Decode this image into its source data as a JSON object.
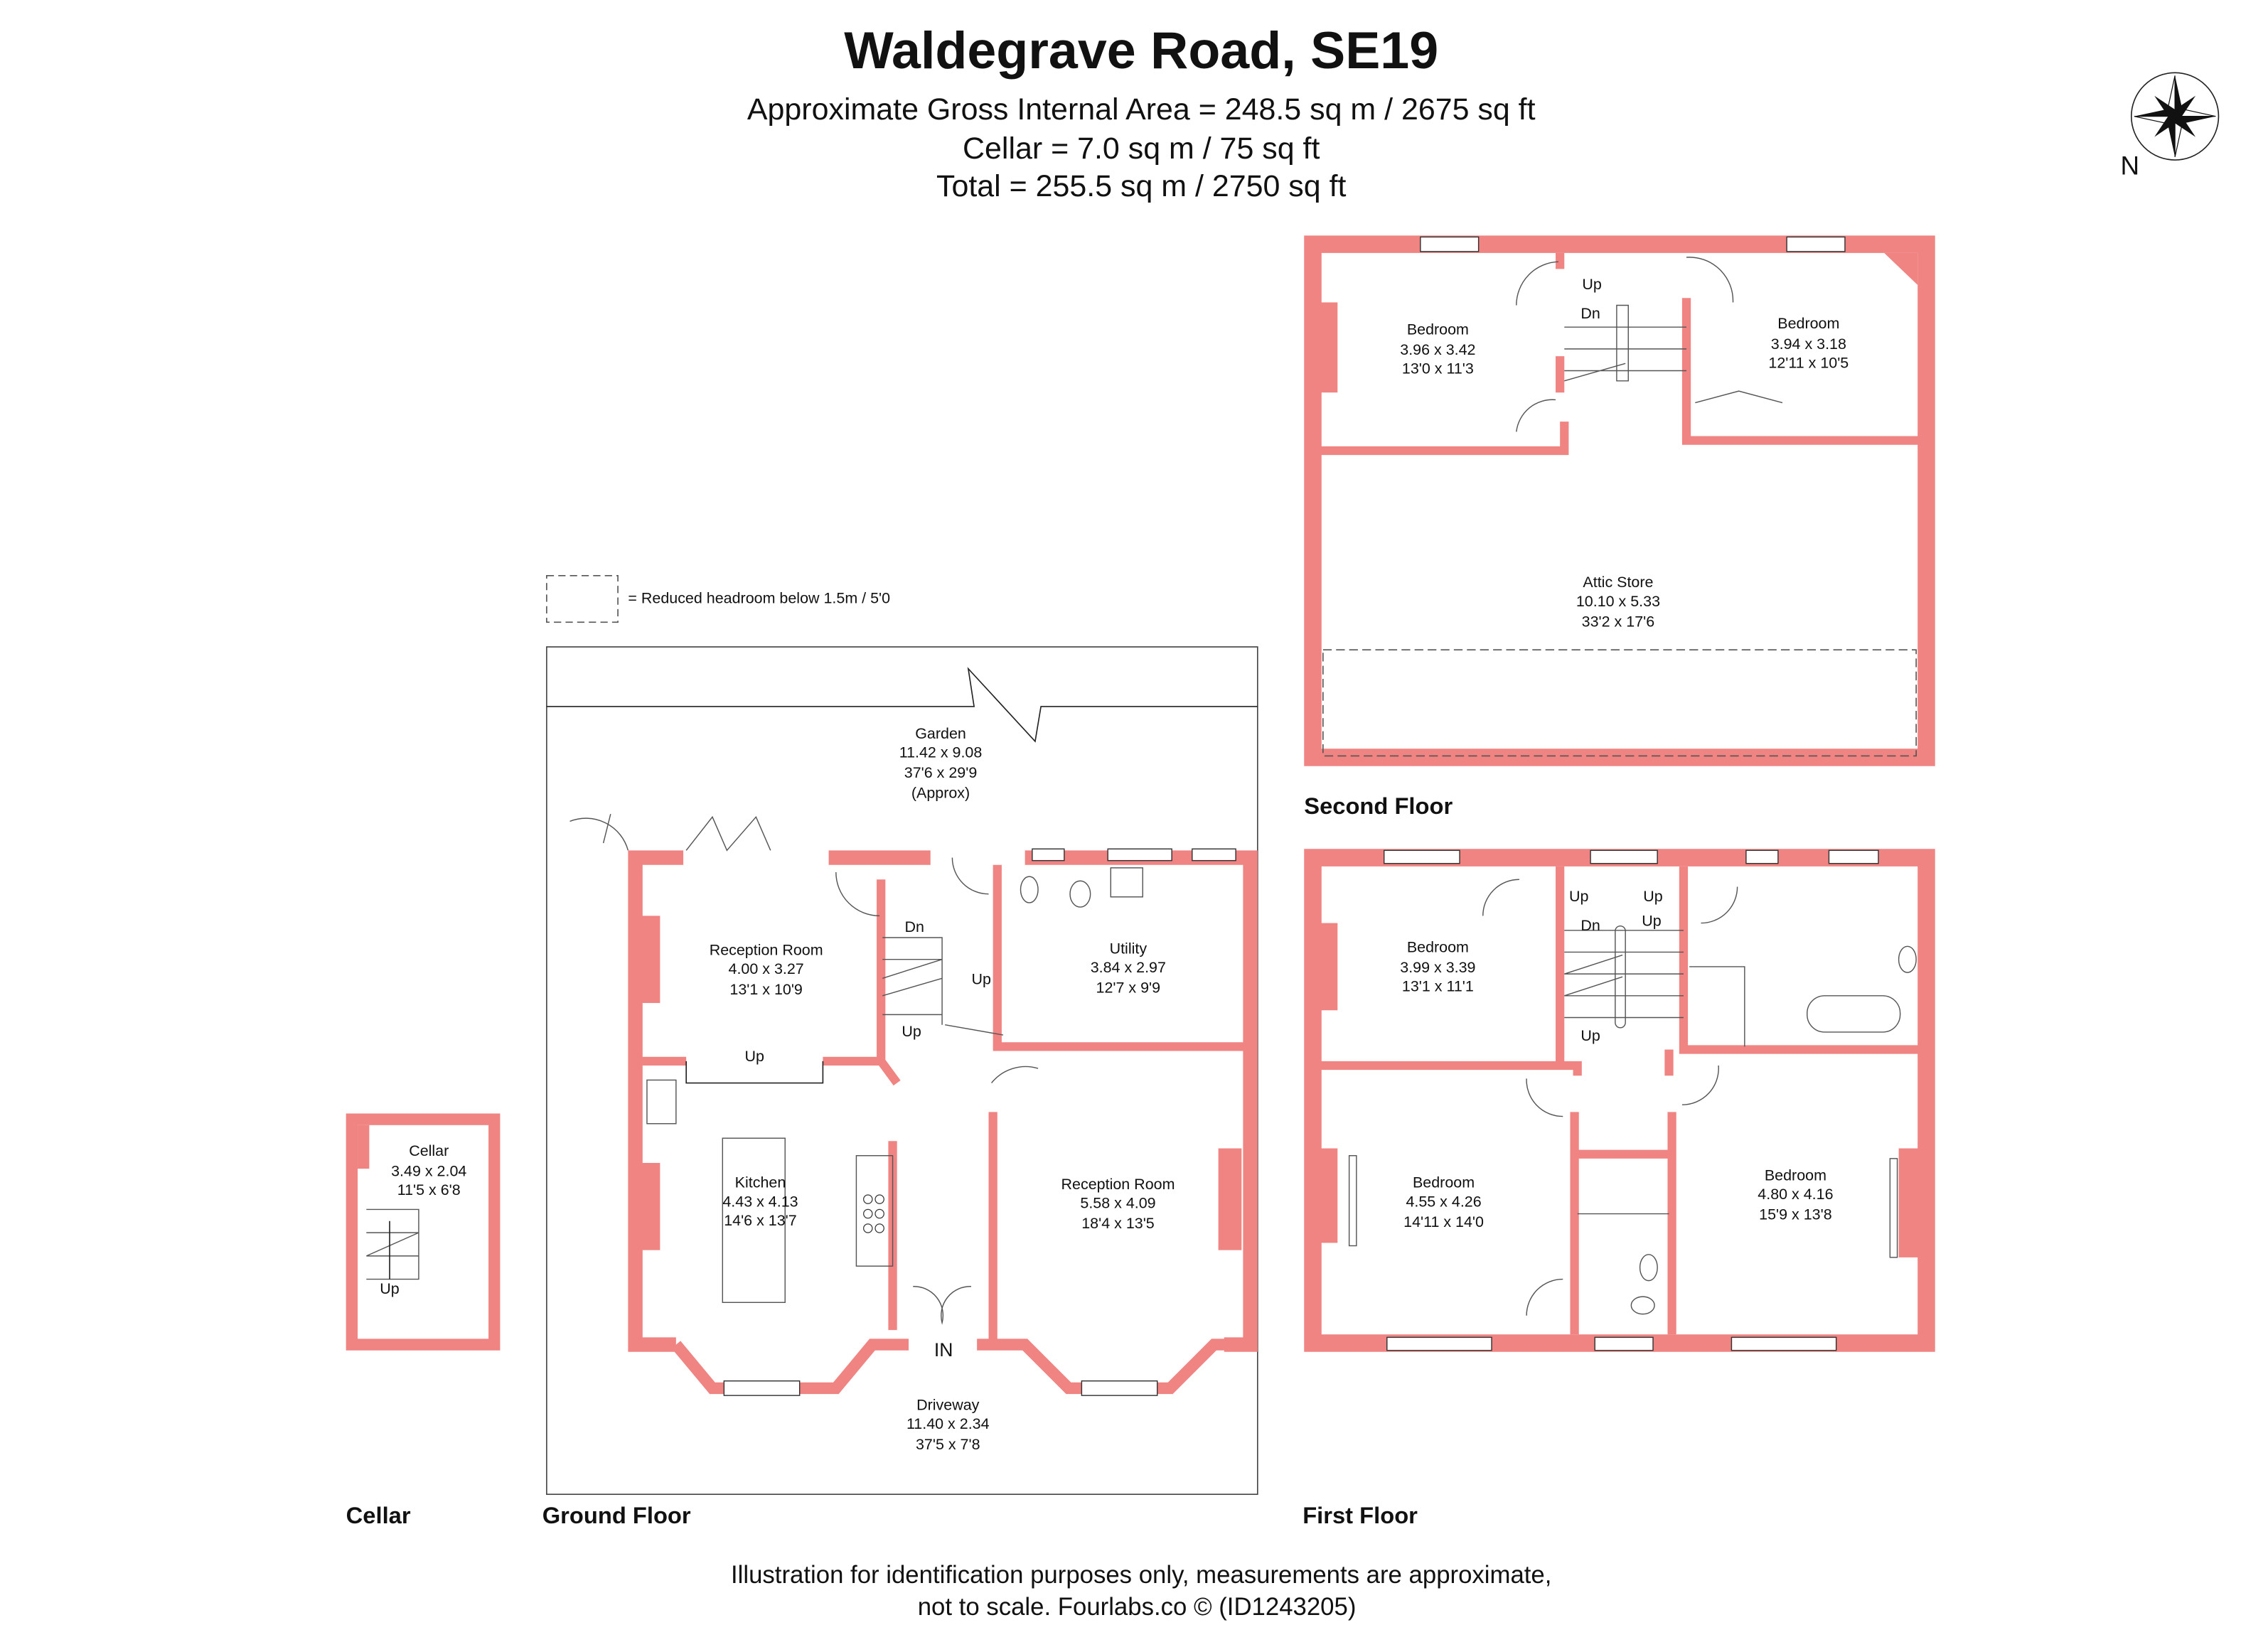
{
  "header": {
    "title": "Waldegrave Road, SE19",
    "lines": [
      "Approximate Gross Internal Area = 248.5 sq m / 2675 sq ft",
      "Cellar = 7.0 sq m / 75 sq ft",
      "Total = 255.5 sq m / 2750 sq ft"
    ]
  },
  "compass": {
    "label": "N"
  },
  "legend": {
    "text": "= Reduced headroom below 1.5m / 5'0"
  },
  "colors": {
    "wall": "#F08482"
  },
  "floors": {
    "cellar": {
      "label": "Cellar",
      "rooms": [
        {
          "name": "Cellar",
          "metric": "3.49 x 2.04",
          "imperial": "11'5 x 6'8"
        }
      ],
      "stairs": [
        "Up"
      ]
    },
    "ground": {
      "label": "Ground Floor",
      "rooms": [
        {
          "name": "Garden",
          "metric": "11.42 x 9.08",
          "imperial": "37'6 x 29'9",
          "note": "(Approx)"
        },
        {
          "name": "Reception Room",
          "metric": "4.00 x 3.27",
          "imperial": "13'1 x 10'9"
        },
        {
          "name": "Utility",
          "metric": "3.84 x 2.97",
          "imperial": "12'7 x 9'9"
        },
        {
          "name": "Kitchen",
          "metric": "4.43 x 4.13",
          "imperial": "14'6 x 13'7"
        },
        {
          "name": "Reception Room",
          "metric": "5.58 x 4.09",
          "imperial": "18'4 x 13'5"
        },
        {
          "name": "Driveway",
          "metric": "11.40 x 2.34",
          "imperial": "37'5 x 7'8"
        }
      ],
      "stairs": [
        "Dn",
        "Up",
        "Up",
        "Up"
      ],
      "entrance": "IN"
    },
    "second": {
      "label": "Second Floor",
      "rooms": [
        {
          "name": "Bedroom",
          "metric": "3.96 x 3.42",
          "imperial": "13'0 x 11'3"
        },
        {
          "name": "Bedroom",
          "metric": "3.94 x 3.18",
          "imperial": "12'11 x 10'5"
        },
        {
          "name": "Attic Store",
          "metric": "10.10 x 5.33",
          "imperial": "33'2 x 17'6"
        }
      ],
      "stairs": [
        "Up",
        "Dn"
      ]
    },
    "first": {
      "label": "First Floor",
      "rooms": [
        {
          "name": "Bedroom",
          "metric": "3.99 x 3.39",
          "imperial": "13'1 x 11'1"
        },
        {
          "name": "Bedroom",
          "metric": "4.55 x 4.26",
          "imperial": "14'11 x 14'0"
        },
        {
          "name": "Bedroom",
          "metric": "4.80 x 4.16",
          "imperial": "15'9 x 13'8"
        }
      ],
      "stairs": [
        "Up",
        "Up",
        "Up",
        "Dn",
        "Up"
      ]
    }
  },
  "footer": {
    "lines": [
      "Illustration for identification purposes only, measurements are approximate,",
      "not to scale. Fourlabs.co © (ID1243205)"
    ]
  }
}
